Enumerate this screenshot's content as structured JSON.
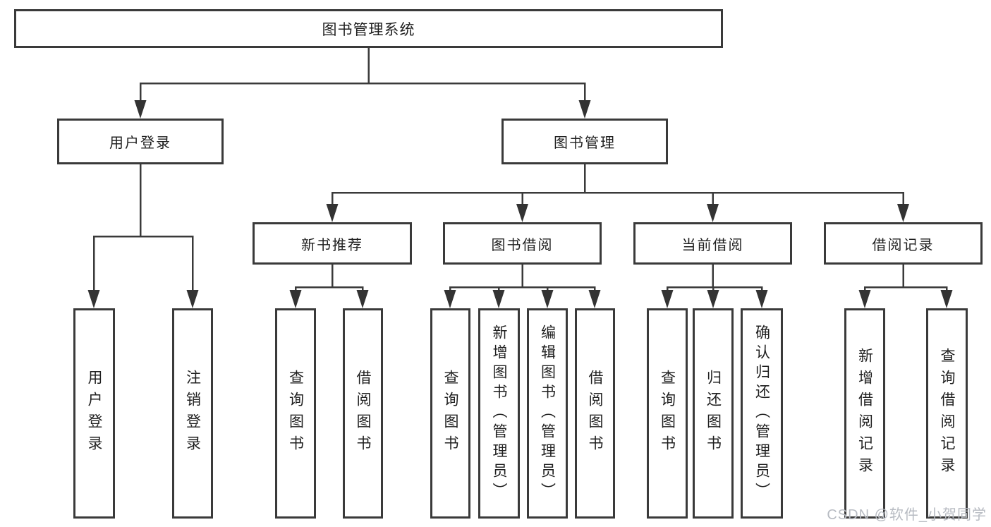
{
  "tree": {
    "root": {
      "label": "图书管理系统",
      "children": [
        {
          "label": "用户登录",
          "children": [
            {
              "label": "用户登录"
            },
            {
              "label": "注销登录"
            }
          ]
        },
        {
          "label": "图书管理",
          "children": [
            {
              "label": "新书推荐",
              "children": [
                {
                  "label": "查询图书"
                },
                {
                  "label": "借阅图书"
                }
              ]
            },
            {
              "label": "图书借阅",
              "children": [
                {
                  "label": "查询图书"
                },
                {
                  "label": "新增图书（管理员）"
                },
                {
                  "label": "编辑图书（管理员）"
                },
                {
                  "label": "借阅图书"
                }
              ]
            },
            {
              "label": "当前借阅",
              "children": [
                {
                  "label": "查询图书"
                },
                {
                  "label": "归还图书"
                },
                {
                  "label": "确认归还（管理员）"
                }
              ]
            },
            {
              "label": "借阅记录",
              "children": [
                {
                  "label": "新增借阅记录"
                },
                {
                  "label": "查询借阅记录"
                }
              ]
            }
          ]
        }
      ]
    }
  },
  "watermark": "CSDN @软件_小贺同学",
  "colors": {
    "line": "#3a3a3a",
    "text": "#1f1f1f",
    "background": "#ffffff",
    "watermark": "#b7bbc2"
  }
}
